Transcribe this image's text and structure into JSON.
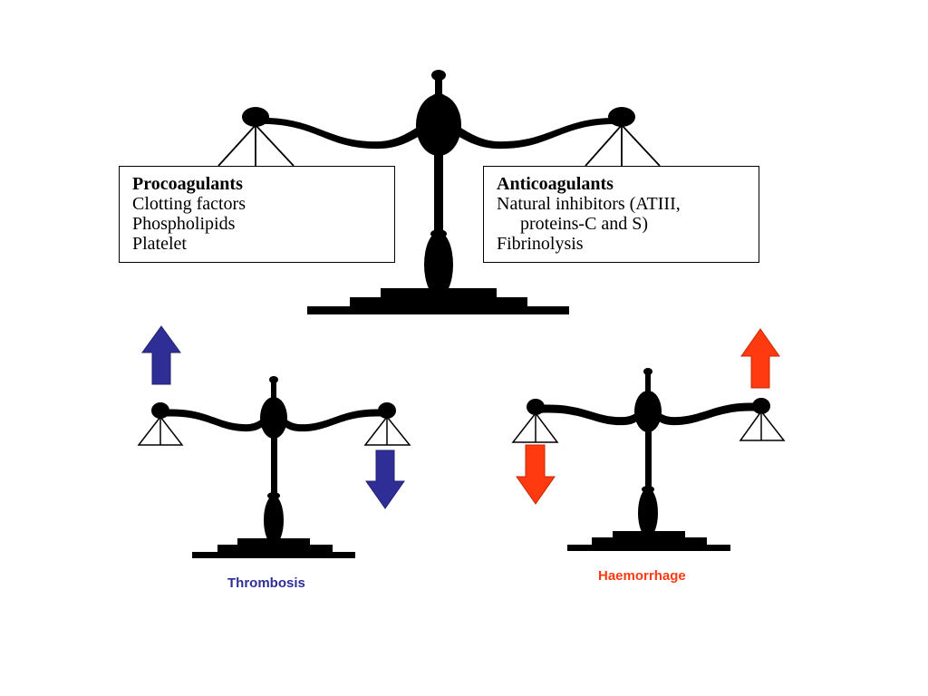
{
  "colors": {
    "ink": "#000000",
    "thrombosis": "#2e2e96",
    "haemorrhage": "#ff3a10"
  },
  "balance": {
    "left_box": {
      "heading": "Procoagulants",
      "items": [
        "Clotting factors",
        "Phospholipids",
        "Platelet"
      ]
    },
    "right_box": {
      "heading": "Anticoagulants",
      "items": [
        "Natural inhibitors (ATIII,",
        "proteins-C and S)",
        "Fibrinolysis"
      ]
    }
  },
  "thrombosis": {
    "label": "Thrombosis",
    "left_arrow": "arrow-up-icon",
    "right_arrow": "arrow-down-icon"
  },
  "haemorrhage": {
    "label": "Haemorrhage",
    "left_arrow": "arrow-down-icon",
    "right_arrow": "arrow-up-icon"
  }
}
